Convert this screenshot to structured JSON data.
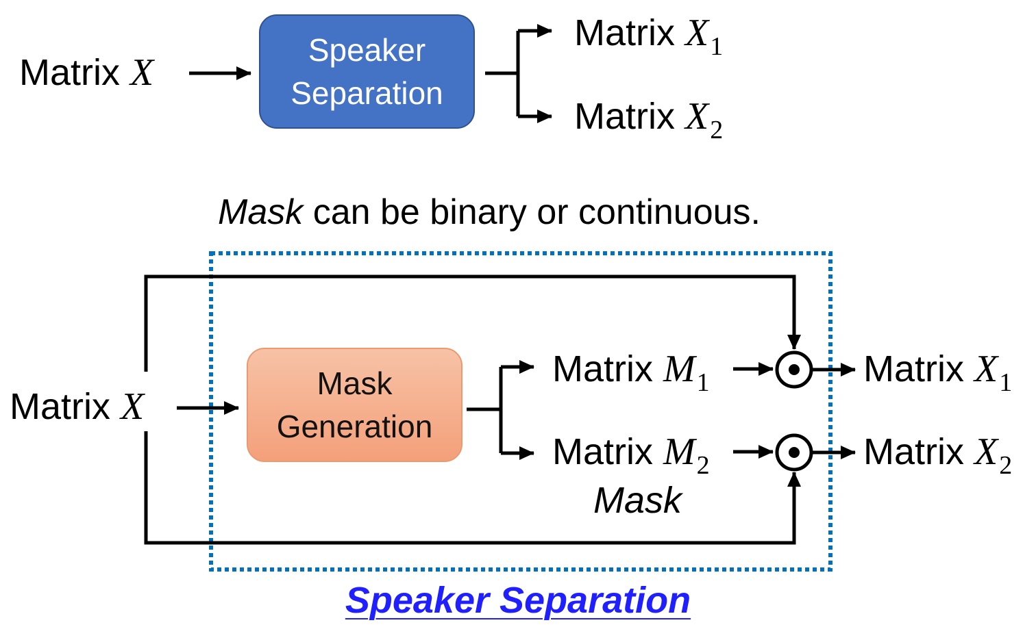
{
  "top": {
    "input_label": "Matrix",
    "input_var": "X",
    "box_line1": "Speaker",
    "box_line2": "Separation",
    "out1_label": "Matrix",
    "out1_var": "X",
    "out1_sub": "1",
    "out2_label": "Matrix",
    "out2_var": "X",
    "out2_sub": "2"
  },
  "note": {
    "italic": "Mask",
    "rest": " can be binary or continuous."
  },
  "bottom": {
    "input_label": "Matrix",
    "input_var": "X",
    "box_line1": "Mask",
    "box_line2": "Generation",
    "m1_label": "Matrix",
    "m1_var": "M",
    "m1_sub": "1",
    "m2_label": "Matrix",
    "m2_var": "M",
    "m2_sub": "2",
    "mask_label": "Mask",
    "out1_label": "Matrix",
    "out1_var": "X",
    "out1_sub": "1",
    "out2_label": "Matrix",
    "out2_var": "X",
    "out2_sub": "2",
    "footer": "Speaker Separation"
  },
  "colors": {
    "speaker_box": "#4472c4",
    "mask_box": "#f4a07a",
    "dotted_border": "#0070c0",
    "footer_text": "#1f1fff"
  }
}
